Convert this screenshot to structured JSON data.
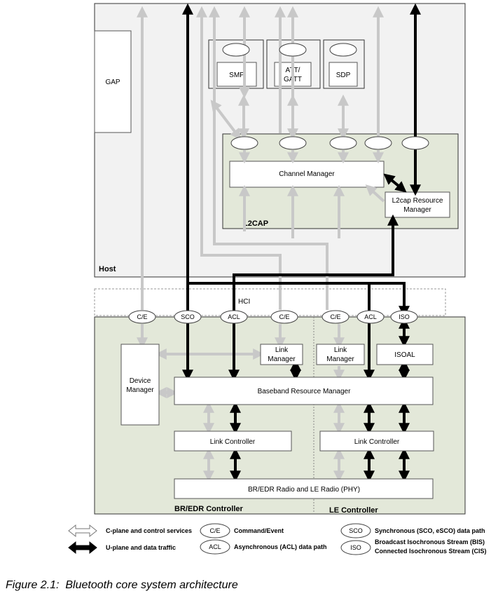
{
  "host": {
    "title": "Host",
    "gap": "GAP",
    "smp": "SMP",
    "att_line1": "ATT/",
    "att_line2": "GATT",
    "sdp": "SDP",
    "l2cap": {
      "title": "L2CAP",
      "channel_manager": "Channel Manager",
      "resource_manager_line1": "L2cap Resource",
      "resource_manager_line2": "Manager"
    }
  },
  "hci": "HCI",
  "ports": {
    "ce": "C/E",
    "sco": "SCO",
    "acl": "ACL",
    "iso": "ISO"
  },
  "controller": {
    "br_edr_title": "BR/EDR Controller",
    "le_title": "LE Controller",
    "device_manager_line1": "Device",
    "device_manager_line2": "Manager",
    "link_manager_line1": "Link",
    "link_manager_line2": "Manager",
    "isoal": "ISOAL",
    "baseband_resource_manager": "Baseband Resource Manager",
    "link_controller": "Link Controller",
    "radio": "BR/EDR Radio and LE Radio (PHY)"
  },
  "legend": {
    "c_plane": "C-plane and control services",
    "u_plane": "U-plane and data traffic",
    "ce_badge": "C/E",
    "ce_text": "Command/Event",
    "acl_badge": "ACL",
    "acl_text": "Asynchronous (ACL) data path",
    "sco_badge": "SCO",
    "sco_text": "Synchronous (SCO, eSCO) data path",
    "iso_badge": "ISO",
    "iso_text_line1": "Broadcast Isochronous Stream (BIS)",
    "iso_text_line2": "Connected Isochronous Stream (CIS)"
  },
  "caption": "Figure 2.1:  Bluetooth core system architecture",
  "colors": {
    "host_bg": "#f2f2f2",
    "l2cap_bg": "#e3e8d9",
    "controller_bg": "#e3e8d9",
    "grey_path": "#c8c8c8",
    "black_path": "#000000"
  }
}
